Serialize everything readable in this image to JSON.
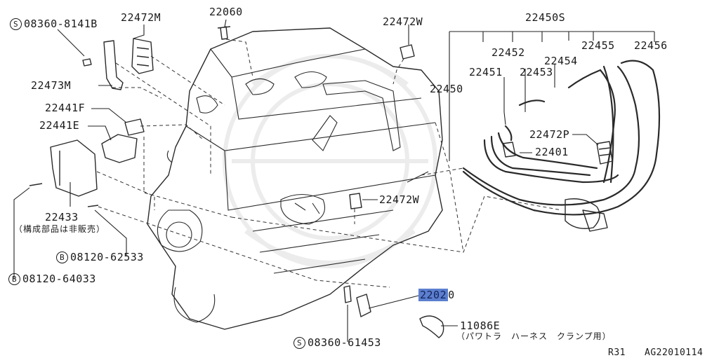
{
  "parts": {
    "s08360_8141b": "08360-8141B",
    "p22472m": "22472M",
    "p22060": "22060",
    "p22472w_top": "22472W",
    "p22450s": "22450S",
    "p22452": "22452",
    "p22455": "22455",
    "p22456": "22456",
    "p22451": "22451",
    "p22454": "22454",
    "p22453": "22453",
    "p22450": "22450",
    "p22473m": "22473M",
    "p22441f": "22441F",
    "p22441e": "22441E",
    "p22472p": "22472P",
    "p22401": "22401",
    "p22472w_mid": "22472W",
    "p22433": "22433",
    "note_22433": "（構成部品は非販売）",
    "b08120_62533": "08120-62533",
    "b08120_64033": "08120-64033",
    "p22020_hl": "2202",
    "p22020_tail": "0",
    "p11086e": "11086E",
    "note_11086e": "（パワトラ　ハーネス　クランプ用）",
    "s08360_61453": "08360-61453"
  },
  "badges": {
    "s": "S",
    "b": "B"
  },
  "footer": {
    "model": "R31",
    "code": "AG22010114"
  },
  "colors": {
    "highlight": "#5c7fcf",
    "ink": "#1a1a1a"
  }
}
